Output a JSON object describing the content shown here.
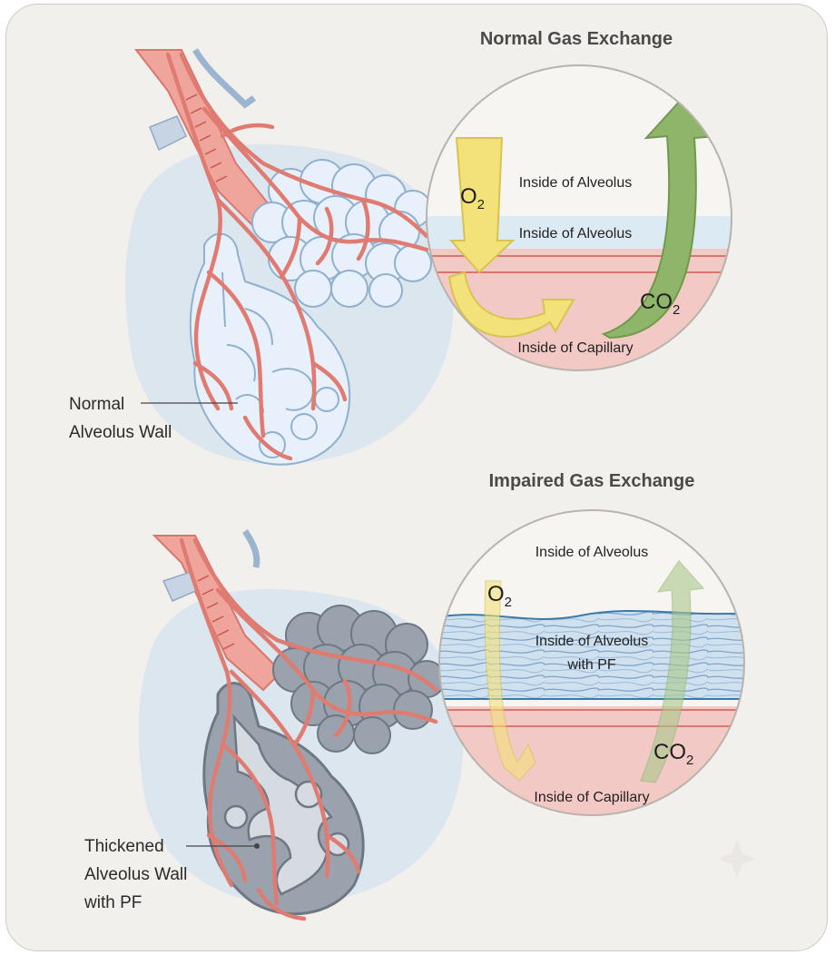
{
  "normal": {
    "title": "Normal Gas Exchange",
    "zone_top": "Inside of Alveolus",
    "zone_membrane": "Inside of Alveolus",
    "zone_bottom": "Inside of Capillary",
    "o2_label": "O",
    "o2_sub": "2",
    "co2_label": "CO",
    "co2_sub": "2",
    "callout_line1": "Normal",
    "callout_line2": "Alveolus Wall"
  },
  "impaired": {
    "title": "Impaired Gas Exchange",
    "zone_top": "Inside of Alveolus",
    "zone_membrane_line1": "Inside of Alveolus",
    "zone_membrane_line2": "with PF",
    "zone_bottom": "Inside of Capillary",
    "o2_label": "O",
    "o2_sub": "2",
    "co2_label": "CO",
    "co2_sub": "2",
    "callout_line1": "Thickened",
    "callout_line2": "Alveolus Wall",
    "callout_line3": "with PF"
  },
  "colors": {
    "background": "#f2f0ec",
    "vessel": "#e07b72",
    "vein": "#9bb4cf",
    "normal_alveoli_fill": "#e8f1fb",
    "normal_alveoli_stroke": "#8fb0cf",
    "fibrotic_alveoli_fill": "#9aa3ad",
    "halo": "#d8e4f0",
    "o2_arrow": "#f3e279",
    "co2_arrow": "#8fb56b",
    "capillary": "#f3c9c5",
    "fibrosis": "#cfe0ee"
  }
}
